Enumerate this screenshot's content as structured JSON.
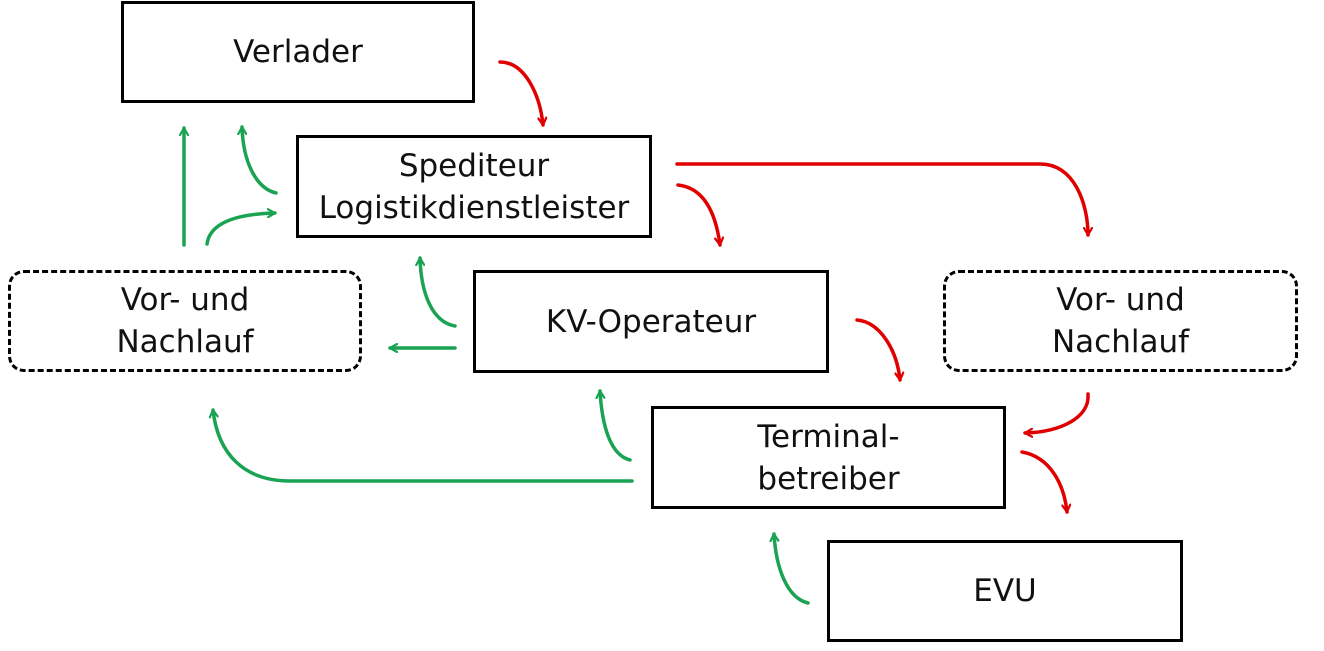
{
  "nodes": {
    "verlader": {
      "lines": [
        "Verlader"
      ]
    },
    "spediteur": {
      "lines": [
        "Spediteur",
        "Logistikdienstleister"
      ]
    },
    "vor_nachlauf_left": {
      "lines": [
        "Vor- und",
        "Nachlauf"
      ]
    },
    "kv_operateur": {
      "lines": [
        "KV-Operateur"
      ]
    },
    "vor_nachlauf_right": {
      "lines": [
        "Vor- und",
        "Nachlauf"
      ]
    },
    "terminalbetreiber": {
      "lines": [
        "Terminal-",
        "betreiber"
      ]
    },
    "evu": {
      "lines": [
        "EVU"
      ]
    }
  },
  "colors": {
    "order_flow": "#e00000",
    "info_flow": "#1aa352",
    "box_border": "#000000",
    "text": "#111111",
    "background": "#ffffff"
  }
}
